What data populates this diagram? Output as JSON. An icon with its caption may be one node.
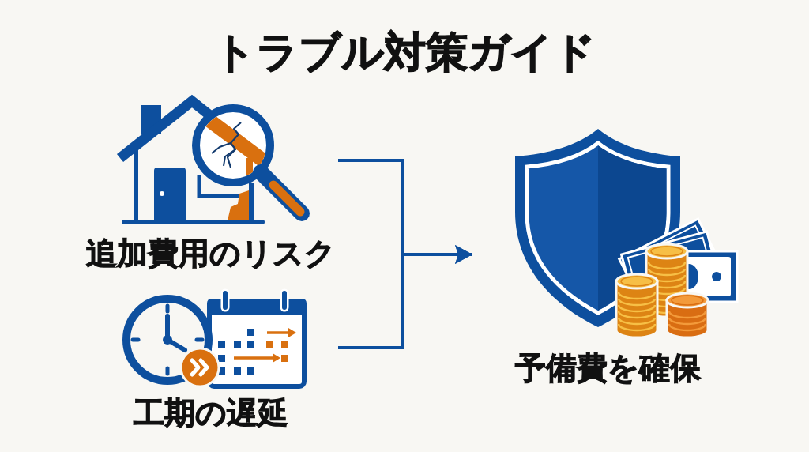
{
  "diagram": {
    "title": "トラブル対策ガイド",
    "nodes": [
      {
        "text": [
          "追加費用のリスク"
        ]
      },
      {
        "text": [
          "工期の遅延"
        ]
      },
      {
        "text": [
          "予備費を確保"
        ]
      }
    ],
    "edges": [
      {
        "from": 0,
        "to": 2,
        "arrow": "to"
      },
      {
        "from": 1,
        "to": 2,
        "arrow": "to"
      }
    ]
  }
}
